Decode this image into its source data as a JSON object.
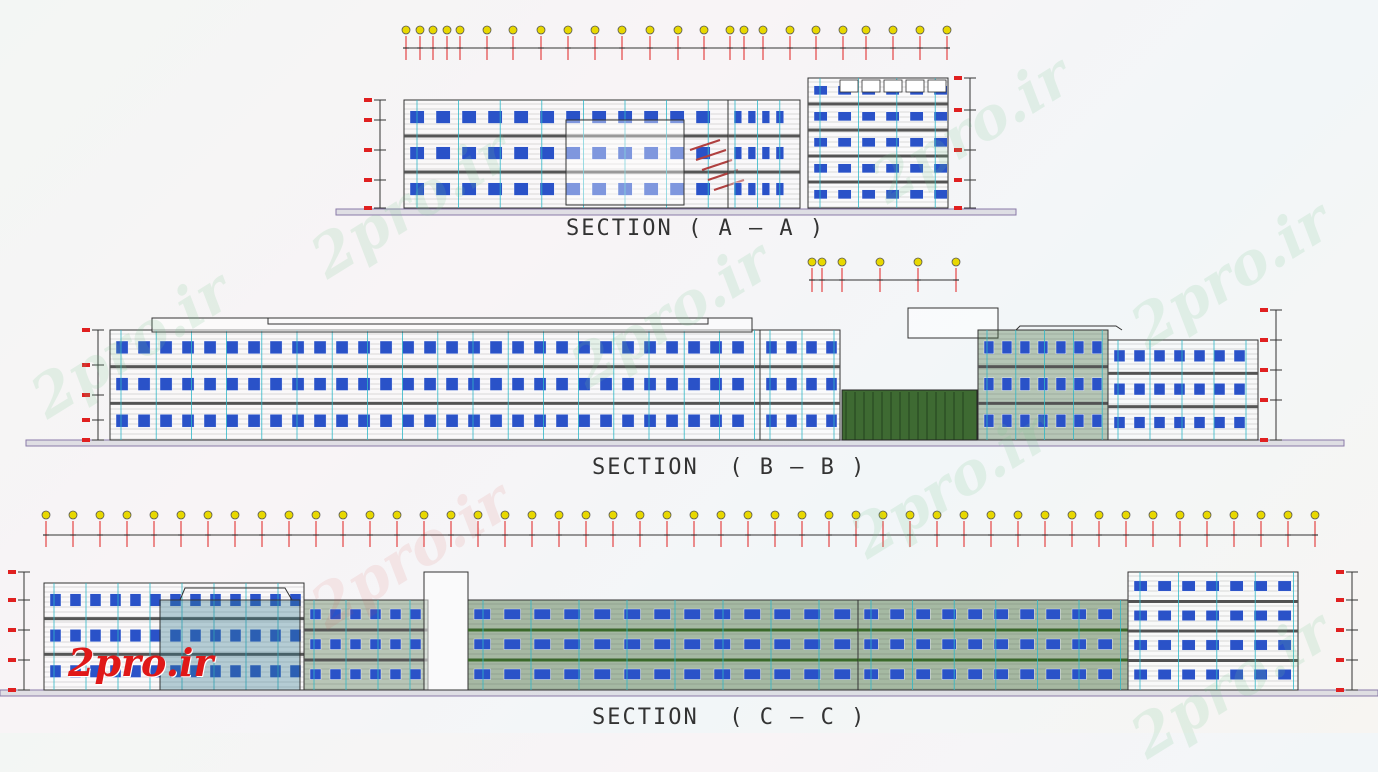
{
  "sections": [
    {
      "id": "a",
      "title": "SECTION ( A — A )"
    },
    {
      "id": "b",
      "title": "SECTION  ( B — B )"
    },
    {
      "id": "c",
      "title": "SECTION  ( C — C )"
    }
  ],
  "watermark": "2pro.ir",
  "logo": "2pro.ir",
  "colors": {
    "line": "#333333",
    "grid": "#e02020",
    "axis_marker": "#e8d800",
    "glazing": "#2a52c8",
    "slab": "#3a6a2a",
    "ground": "#8a7aa8",
    "cyan": "#30b8c8"
  }
}
